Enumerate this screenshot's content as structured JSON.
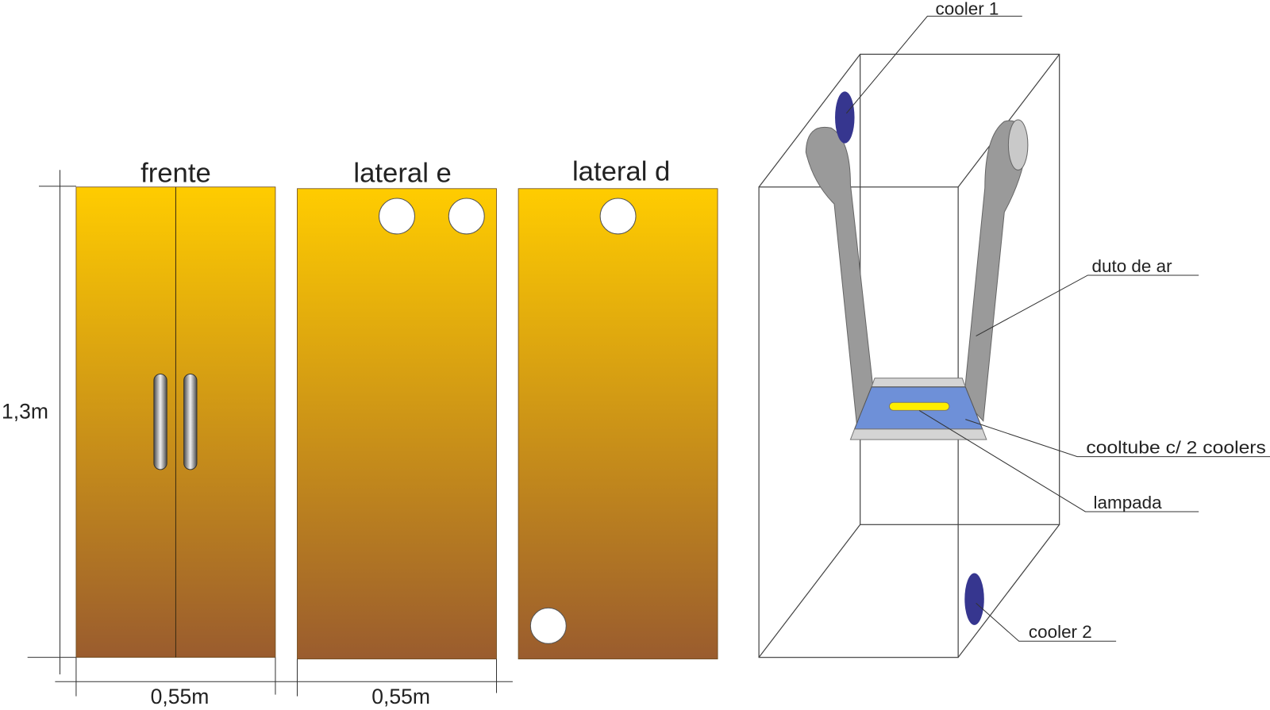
{
  "panels": {
    "frente": {
      "title": "frente"
    },
    "lateral_e": {
      "title": "lateral e"
    },
    "lateral_d": {
      "title": "lateral d"
    }
  },
  "dimensions": {
    "height": "1,3m",
    "width_front": "0,55m",
    "width_side": "0,55m"
  },
  "box": {
    "labels": {
      "cooler1": "cooler 1",
      "duct": "duto de ar",
      "cooltube": "cooltube c/ 2 coolers",
      "lamp": "lampada",
      "cooler2": "cooler 2"
    }
  },
  "colors": {
    "panel_top": "#ffcc00",
    "panel_bottom": "#9a5c2e",
    "duct": "#9a9a9a",
    "duct_end": "#c9c9c9",
    "cooler": "#36368f",
    "cooltube": "#6e90d8",
    "plate": "#d4d4d4",
    "lamp": "#ffee00"
  }
}
